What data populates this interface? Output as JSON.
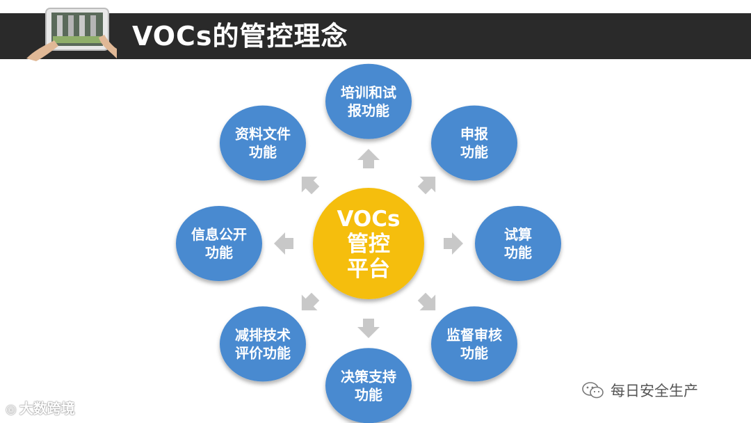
{
  "header": {
    "title": "VOCs的管控理念"
  },
  "diagram": {
    "center": {
      "lines": [
        "VOCs",
        "管控",
        "平台"
      ],
      "color": "#f5be0b"
    },
    "node_color": "#4a8ad0",
    "arrow_color": "#c8c8c8",
    "nodes": [
      {
        "id": "training",
        "lines": [
          "培训和试",
          "报功能"
        ]
      },
      {
        "id": "declare",
        "lines": [
          "申报",
          "功能"
        ]
      },
      {
        "id": "calculate",
        "lines": [
          "试算",
          "功能"
        ]
      },
      {
        "id": "supervise",
        "lines": [
          "监督审核",
          "功能"
        ]
      },
      {
        "id": "decision",
        "lines": [
          "决策支持",
          "功能"
        ]
      },
      {
        "id": "emission",
        "lines": [
          "减排技术",
          "评价功能"
        ]
      },
      {
        "id": "disclosure",
        "lines": [
          "信息公开",
          "功能"
        ]
      },
      {
        "id": "documents",
        "lines": [
          "资料文件",
          "功能"
        ]
      }
    ]
  },
  "footer": {
    "left_logo_text": "大数跨境",
    "right_brand_text": "每日安全生产"
  }
}
